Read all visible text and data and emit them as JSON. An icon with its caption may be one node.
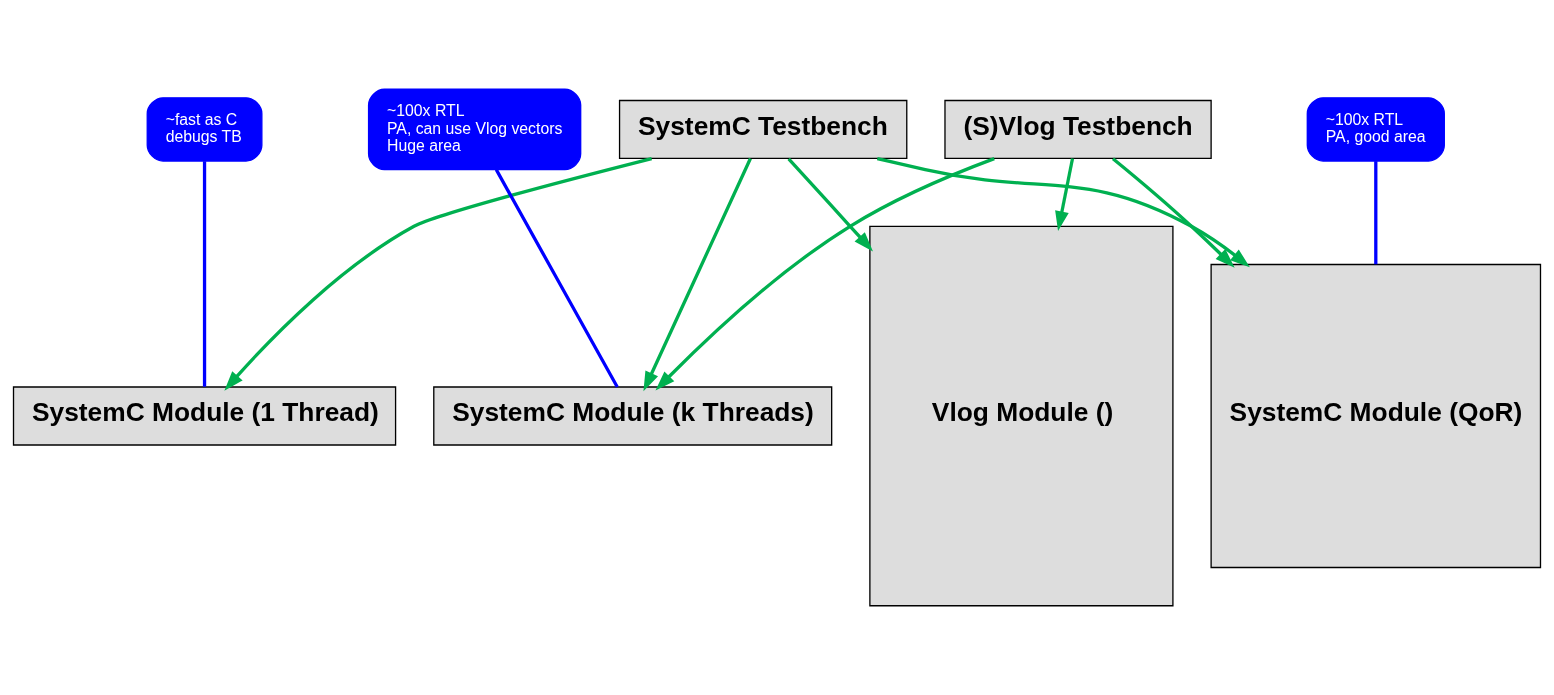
{
  "diagram": {
    "nodes": [
      {
        "text": [
          "SystemC Testbench"
        ]
      },
      {
        "text": [
          "(S)Vlog Testbench"
        ]
      },
      {
        "text": [
          "SystemC Module (1 Thread)"
        ]
      },
      {
        "text": [
          "SystemC Module (k Threads)"
        ]
      },
      {
        "text": [
          "SystemC Module (QoR)"
        ]
      },
      {
        "text": [
          "Vlog Module ()"
        ]
      },
      {
        "text": [
          "~fast as C",
          "debugs TB"
        ]
      },
      {
        "text": [
          "~100x RTL",
          "PA, can use Vlog vectors",
          "Huge area"
        ]
      },
      {
        "text": [
          "~100x RTL",
          "PA, good area"
        ]
      }
    ],
    "edges": [
      {
        "from": 0,
        "to": 2,
        "arrow": "to"
      },
      {
        "from": 0,
        "to": 3,
        "arrow": "to"
      },
      {
        "from": 0,
        "to": 4,
        "arrow": "to"
      },
      {
        "from": 0,
        "to": 5,
        "arrow": "to"
      },
      {
        "from": 1,
        "to": 3,
        "arrow": "to"
      },
      {
        "from": 1,
        "to": 4,
        "arrow": "to"
      },
      {
        "from": 1,
        "to": 5,
        "arrow": "to"
      },
      {
        "from": 6,
        "to": 2,
        "arrow": "none",
        "color": "#0000ff"
      },
      {
        "from": 7,
        "to": 3,
        "arrow": "none",
        "color": "#0000ff"
      },
      {
        "from": 8,
        "to": 4,
        "arrow": "none",
        "color": "#0000ff"
      }
    ]
  }
}
